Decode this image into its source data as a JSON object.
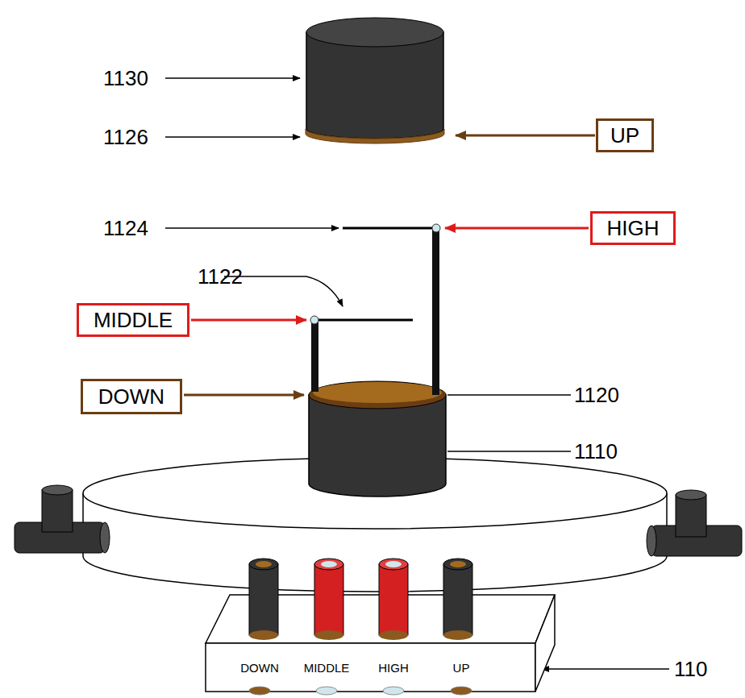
{
  "diagram": {
    "nodes": [
      {
        "text": [
          "UP"
        ]
      },
      {
        "text": [
          "HIGH"
        ]
      },
      {
        "text": [
          "MIDDLE"
        ]
      },
      {
        "text": [
          "DOWN"
        ]
      },
      {
        "text": [
          "DOWN",
          "MIDDLE",
          "HIGH",
          "UP"
        ]
      }
    ],
    "labels": [
      "1130",
      "1126",
      "1124",
      "1122",
      "1120",
      "1110",
      "110"
    ]
  }
}
